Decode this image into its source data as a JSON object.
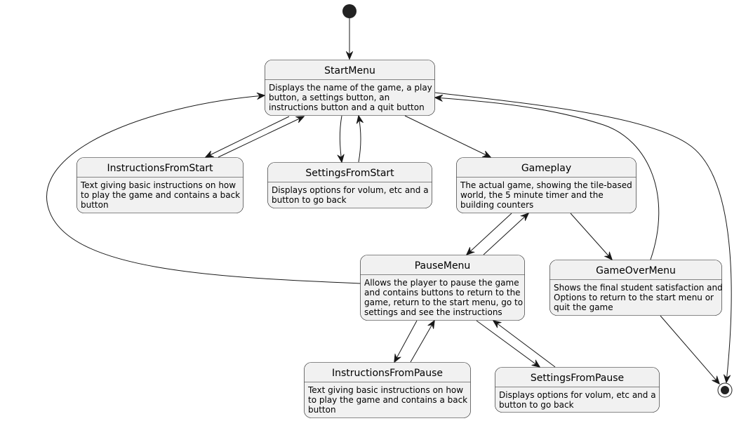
{
  "states": {
    "start_menu": {
      "title": "StartMenu",
      "desc": [
        "Displays the name of the game, a play",
        "button, a settings button, an",
        "instructions button and a quit button"
      ]
    },
    "instructions_from_start": {
      "title": "InstructionsFromStart",
      "desc": [
        "Text giving basic instructions on how",
        "to play the game and contains a back",
        "button"
      ]
    },
    "settings_from_start": {
      "title": "SettingsFromStart",
      "desc": [
        "Displays options for volum, etc and a",
        "button to go back"
      ]
    },
    "gameplay": {
      "title": "Gameplay",
      "desc": [
        "The actual game, showing the tile-based",
        "world, the 5 minute timer and the",
        "building counters"
      ]
    },
    "pause_menu": {
      "title": "PauseMenu",
      "desc": [
        "Allows the player to pause the game",
        "and contains buttons to return to the",
        "game, return to the start menu, go to",
        "settings and see the instructions"
      ]
    },
    "game_over_menu": {
      "title": "GameOverMenu",
      "desc": [
        "Shows the final student satisfaction and",
        "Options to return to the start menu or",
        "quit the game"
      ]
    },
    "instructions_from_pause": {
      "title": "InstructionsFromPause",
      "desc": [
        "Text giving basic instructions on how",
        "to play the game and contains a back",
        "button"
      ]
    },
    "settings_from_pause": {
      "title": "SettingsFromPause",
      "desc": [
        "Displays options for volum, etc and a",
        "button to go back"
      ]
    }
  },
  "colors": {
    "state_fill": "#f1f1f1",
    "stroke": "#181818",
    "text": "#000000"
  }
}
